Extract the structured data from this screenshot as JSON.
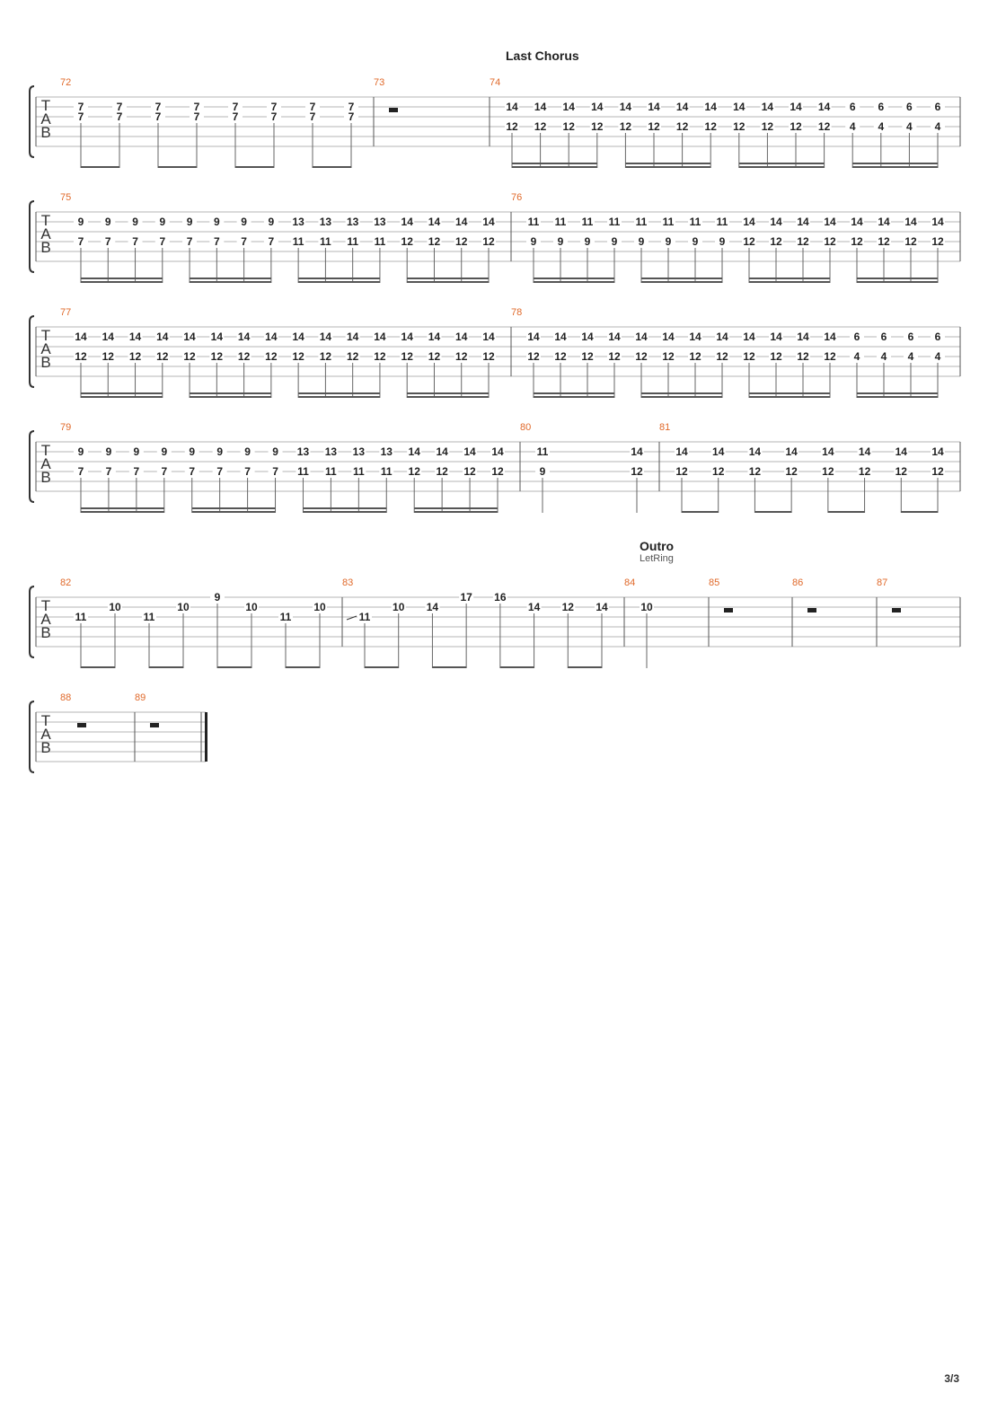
{
  "page": {
    "number": "3/3"
  },
  "sections": [
    {
      "label": "Last Chorus",
      "sub": ""
    },
    {
      "label": "Outro",
      "sub": "LetRing"
    }
  ],
  "tab_clef": [
    "T",
    "A",
    "B"
  ],
  "colors": {
    "measure_number": "#e0692a",
    "staff_line": "#9a9a9a",
    "note": "#222222"
  },
  "systems": [
    {
      "measures": [
        {
          "number": "72",
          "notes": [
            {
              "strings": {
                "2": "7",
                "3": "7"
              }
            },
            {
              "strings": {
                "2": "7",
                "3": "7"
              }
            },
            {
              "strings": {
                "2": "7",
                "3": "7"
              }
            },
            {
              "strings": {
                "2": "7",
                "3": "7"
              }
            },
            {
              "strings": {
                "2": "7",
                "3": "7"
              }
            },
            {
              "strings": {
                "2": "7",
                "3": "7"
              }
            },
            {
              "strings": {
                "2": "7",
                "3": "7"
              }
            },
            {
              "strings": {
                "2": "7",
                "3": "7"
              }
            }
          ]
        },
        {
          "number": "73",
          "rest": true,
          "notes": []
        },
        {
          "number": "74",
          "notes": [
            {
              "strings": {
                "2": "14",
                "4": "12"
              }
            },
            {
              "strings": {
                "2": "14",
                "4": "12"
              }
            },
            {
              "strings": {
                "2": "14",
                "4": "12"
              }
            },
            {
              "strings": {
                "2": "14",
                "4": "12"
              }
            },
            {
              "strings": {
                "2": "14",
                "4": "12"
              }
            },
            {
              "strings": {
                "2": "14",
                "4": "12"
              }
            },
            {
              "strings": {
                "2": "14",
                "4": "12"
              }
            },
            {
              "strings": {
                "2": "14",
                "4": "12"
              }
            },
            {
              "strings": {
                "2": "14",
                "4": "12"
              }
            },
            {
              "strings": {
                "2": "14",
                "4": "12"
              }
            },
            {
              "strings": {
                "2": "14",
                "4": "12"
              }
            },
            {
              "strings": {
                "2": "14",
                "4": "12"
              }
            },
            {
              "strings": {
                "2": "6",
                "4": "4"
              }
            },
            {
              "strings": {
                "2": "6",
                "4": "4"
              }
            },
            {
              "strings": {
                "2": "6",
                "4": "4"
              }
            },
            {
              "strings": {
                "2": "6",
                "4": "4"
              }
            }
          ]
        }
      ]
    },
    {
      "measures": [
        {
          "number": "75",
          "notes": [
            {
              "strings": {
                "2": "9",
                "4": "7"
              }
            },
            {
              "strings": {
                "2": "9",
                "4": "7"
              }
            },
            {
              "strings": {
                "2": "9",
                "4": "7"
              }
            },
            {
              "strings": {
                "2": "9",
                "4": "7"
              }
            },
            {
              "strings": {
                "2": "9",
                "4": "7"
              }
            },
            {
              "strings": {
                "2": "9",
                "4": "7"
              }
            },
            {
              "strings": {
                "2": "9",
                "4": "7"
              }
            },
            {
              "strings": {
                "2": "9",
                "4": "7"
              }
            },
            {
              "strings": {
                "2": "13",
                "4": "11"
              }
            },
            {
              "strings": {
                "2": "13",
                "4": "11"
              }
            },
            {
              "strings": {
                "2": "13",
                "4": "11"
              }
            },
            {
              "strings": {
                "2": "13",
                "4": "11"
              }
            },
            {
              "strings": {
                "2": "14",
                "4": "12"
              }
            },
            {
              "strings": {
                "2": "14",
                "4": "12"
              }
            },
            {
              "strings": {
                "2": "14",
                "4": "12"
              }
            },
            {
              "strings": {
                "2": "14",
                "4": "12"
              }
            }
          ]
        },
        {
          "number": "76",
          "notes": [
            {
              "strings": {
                "2": "11",
                "4": "9"
              }
            },
            {
              "strings": {
                "2": "11",
                "4": "9"
              }
            },
            {
              "strings": {
                "2": "11",
                "4": "9"
              }
            },
            {
              "strings": {
                "2": "11",
                "4": "9"
              }
            },
            {
              "strings": {
                "2": "11",
                "4": "9"
              }
            },
            {
              "strings": {
                "2": "11",
                "4": "9"
              }
            },
            {
              "strings": {
                "2": "11",
                "4": "9"
              }
            },
            {
              "strings": {
                "2": "11",
                "4": "9"
              }
            },
            {
              "strings": {
                "2": "14",
                "4": "12"
              }
            },
            {
              "strings": {
                "2": "14",
                "4": "12"
              }
            },
            {
              "strings": {
                "2": "14",
                "4": "12"
              }
            },
            {
              "strings": {
                "2": "14",
                "4": "12"
              }
            },
            {
              "strings": {
                "2": "14",
                "4": "12"
              }
            },
            {
              "strings": {
                "2": "14",
                "4": "12"
              }
            },
            {
              "strings": {
                "2": "14",
                "4": "12"
              }
            },
            {
              "strings": {
                "2": "14",
                "4": "12"
              }
            }
          ]
        }
      ]
    },
    {
      "measures": [
        {
          "number": "77",
          "notes": [
            {
              "strings": {
                "2": "14",
                "4": "12"
              }
            },
            {
              "strings": {
                "2": "14",
                "4": "12"
              }
            },
            {
              "strings": {
                "2": "14",
                "4": "12"
              }
            },
            {
              "strings": {
                "2": "14",
                "4": "12"
              }
            },
            {
              "strings": {
                "2": "14",
                "4": "12"
              }
            },
            {
              "strings": {
                "2": "14",
                "4": "12"
              }
            },
            {
              "strings": {
                "2": "14",
                "4": "12"
              }
            },
            {
              "strings": {
                "2": "14",
                "4": "12"
              }
            },
            {
              "strings": {
                "2": "14",
                "4": "12"
              }
            },
            {
              "strings": {
                "2": "14",
                "4": "12"
              }
            },
            {
              "strings": {
                "2": "14",
                "4": "12"
              }
            },
            {
              "strings": {
                "2": "14",
                "4": "12"
              }
            },
            {
              "strings": {
                "2": "14",
                "4": "12"
              }
            },
            {
              "strings": {
                "2": "14",
                "4": "12"
              }
            },
            {
              "strings": {
                "2": "14",
                "4": "12"
              }
            },
            {
              "strings": {
                "2": "14",
                "4": "12"
              }
            }
          ]
        },
        {
          "number": "78",
          "notes": [
            {
              "strings": {
                "2": "14",
                "4": "12"
              }
            },
            {
              "strings": {
                "2": "14",
                "4": "12"
              }
            },
            {
              "strings": {
                "2": "14",
                "4": "12"
              }
            },
            {
              "strings": {
                "2": "14",
                "4": "12"
              }
            },
            {
              "strings": {
                "2": "14",
                "4": "12"
              }
            },
            {
              "strings": {
                "2": "14",
                "4": "12"
              }
            },
            {
              "strings": {
                "2": "14",
                "4": "12"
              }
            },
            {
              "strings": {
                "2": "14",
                "4": "12"
              }
            },
            {
              "strings": {
                "2": "14",
                "4": "12"
              }
            },
            {
              "strings": {
                "2": "14",
                "4": "12"
              }
            },
            {
              "strings": {
                "2": "14",
                "4": "12"
              }
            },
            {
              "strings": {
                "2": "14",
                "4": "12"
              }
            },
            {
              "strings": {
                "2": "6",
                "4": "4"
              }
            },
            {
              "strings": {
                "2": "6",
                "4": "4"
              }
            },
            {
              "strings": {
                "2": "6",
                "4": "4"
              }
            },
            {
              "strings": {
                "2": "6",
                "4": "4"
              }
            }
          ]
        }
      ]
    },
    {
      "measures": [
        {
          "number": "79",
          "notes": [
            {
              "strings": {
                "2": "9",
                "4": "7"
              }
            },
            {
              "strings": {
                "2": "9",
                "4": "7"
              }
            },
            {
              "strings": {
                "2": "9",
                "4": "7"
              }
            },
            {
              "strings": {
                "2": "9",
                "4": "7"
              }
            },
            {
              "strings": {
                "2": "9",
                "4": "7"
              }
            },
            {
              "strings": {
                "2": "9",
                "4": "7"
              }
            },
            {
              "strings": {
                "2": "9",
                "4": "7"
              }
            },
            {
              "strings": {
                "2": "9",
                "4": "7"
              }
            },
            {
              "strings": {
                "2": "13",
                "4": "11"
              }
            },
            {
              "strings": {
                "2": "13",
                "4": "11"
              }
            },
            {
              "strings": {
                "2": "13",
                "4": "11"
              }
            },
            {
              "strings": {
                "2": "13",
                "4": "11"
              }
            },
            {
              "strings": {
                "2": "14",
                "4": "12"
              }
            },
            {
              "strings": {
                "2": "14",
                "4": "12"
              }
            },
            {
              "strings": {
                "2": "14",
                "4": "12"
              }
            },
            {
              "strings": {
                "2": "14",
                "4": "12"
              }
            }
          ]
        },
        {
          "number": "80",
          "notes": [
            {
              "strings": {
                "2": "11",
                "4": "9"
              }
            },
            {
              "strings": {
                "2": "14",
                "4": "12"
              }
            }
          ]
        },
        {
          "number": "81",
          "notes": [
            {
              "strings": {
                "2": "14",
                "4": "12"
              }
            },
            {
              "strings": {
                "2": "14",
                "4": "12"
              }
            },
            {
              "strings": {
                "2": "14",
                "4": "12"
              }
            },
            {
              "strings": {
                "2": "14",
                "4": "12"
              }
            },
            {
              "strings": {
                "2": "14",
                "4": "12"
              }
            },
            {
              "strings": {
                "2": "14",
                "4": "12"
              }
            },
            {
              "strings": {
                "2": "14",
                "4": "12"
              }
            },
            {
              "strings": {
                "2": "14",
                "4": "12"
              }
            }
          ]
        }
      ]
    },
    {
      "measures": [
        {
          "number": "82",
          "notes": [
            {
              "strings": {
                "3": "11"
              }
            },
            {
              "strings": {
                "2": "10"
              }
            },
            {
              "strings": {
                "3": "11"
              }
            },
            {
              "strings": {
                "2": "10"
              }
            },
            {
              "strings": {
                "1": "9"
              }
            },
            {
              "strings": {
                "2": "10"
              }
            },
            {
              "strings": {
                "3": "11"
              }
            },
            {
              "strings": {
                "2": "10"
              }
            }
          ]
        },
        {
          "number": "83",
          "notes": [
            {
              "strings": {
                "3": "11"
              },
              "slide": true
            },
            {
              "strings": {
                "2": "10"
              }
            },
            {
              "strings": {
                "2": "14"
              }
            },
            {
              "strings": {
                "1": "17"
              }
            },
            {
              "strings": {
                "1": "16"
              }
            },
            {
              "strings": {
                "2": "14"
              }
            },
            {
              "strings": {
                "2": "12"
              }
            },
            {
              "strings": {
                "2": "14"
              }
            }
          ]
        },
        {
          "number": "84",
          "notes": [
            {
              "strings": {
                "2": "10"
              }
            }
          ]
        },
        {
          "number": "85",
          "rest": true,
          "notes": []
        },
        {
          "number": "86",
          "rest": true,
          "notes": []
        },
        {
          "number": "87",
          "rest": true,
          "notes": []
        }
      ]
    },
    {
      "measures": [
        {
          "number": "88",
          "rest": true,
          "notes": []
        },
        {
          "number": "89",
          "rest": true,
          "notes": []
        }
      ]
    }
  ]
}
